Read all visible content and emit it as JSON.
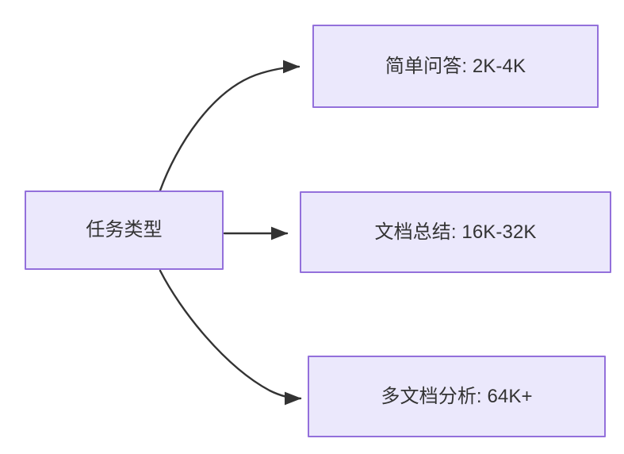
{
  "diagram": {
    "title": "任务类型",
    "background_color": "#ffffff",
    "node_fill_color": "#ebe8fc",
    "node_border_color": "#9370db",
    "text_color": "#333333",
    "edge_color": "#333333",
    "root": {
      "id": "root",
      "label": "任务类型"
    },
    "branches": [
      {
        "id": "simple-qa",
        "label": "简单问答: 2K-4K",
        "task": "简单问答",
        "context_length": "2K-4K"
      },
      {
        "id": "doc-sum",
        "label": "文档总结: 16K-32K",
        "task": "文档总结",
        "context_length": "16K-32K"
      },
      {
        "id": "multi-doc",
        "label": "多文档分析: 64K+",
        "task": "多文档分析",
        "context_length": "64K+"
      }
    ],
    "edges": [
      {
        "id": "edge-root-simple-qa",
        "from": "任务类型",
        "to": "简单问答: 2K-4K",
        "style": "curved-arrow"
      },
      {
        "id": "edge-root-doc-sum",
        "from": "任务类型",
        "to": "文档总结: 16K-32K",
        "style": "straight-arrow"
      },
      {
        "id": "edge-root-multi-doc",
        "from": "任务类型",
        "to": "多文档分析: 64K+",
        "style": "curved-arrow"
      }
    ]
  }
}
